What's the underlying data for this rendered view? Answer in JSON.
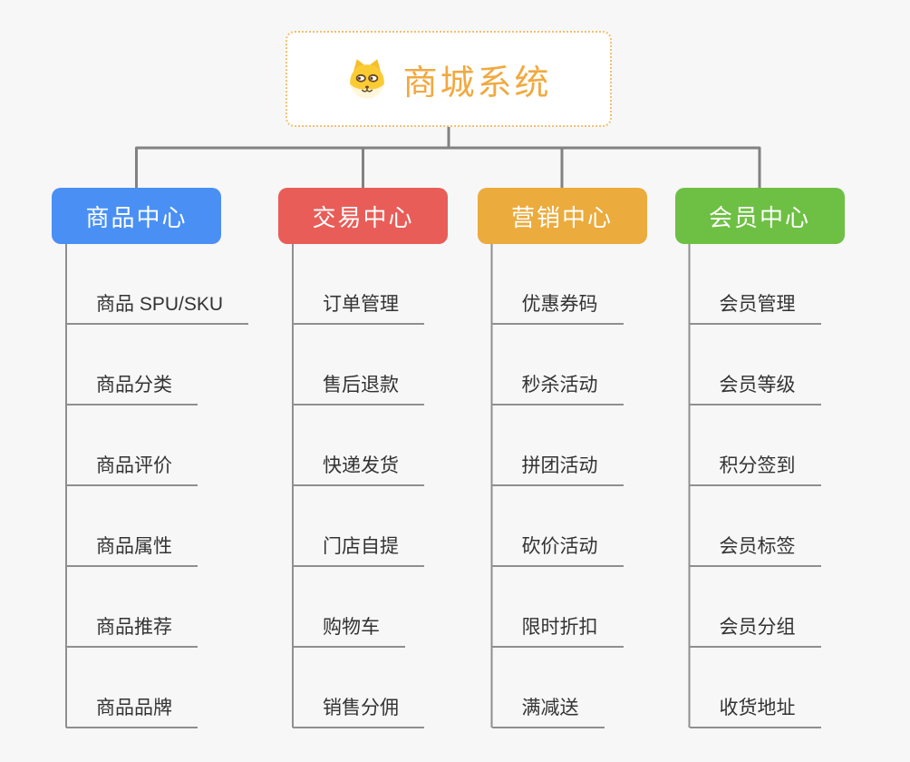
{
  "canvas": {
    "background": "#F7F7F7"
  },
  "connector": {
    "bus_color": "#828282",
    "trunk_color": "#8F8F8F"
  },
  "root": {
    "label": "商城系统",
    "icon": "dog-face-icon",
    "text_color": "#F1A940",
    "border_color": "#F3BE6E",
    "background": "#FFFFFF"
  },
  "branches": [
    {
      "label": "商品中心",
      "color": "#4A90F4",
      "text_color": "#FFFFFF",
      "children": [
        "商品 SPU/SKU",
        "商品分类",
        "商品评价",
        "商品属性",
        "商品推荐",
        "商品品牌"
      ]
    },
    {
      "label": "交易中心",
      "color": "#E95D58",
      "text_color": "#FFFFFF",
      "children": [
        "订单管理",
        "售后退款",
        "快递发货",
        "门店自提",
        "购物车",
        "销售分佣"
      ]
    },
    {
      "label": "营销中心",
      "color": "#EBAB3D",
      "text_color": "#FFFFFF",
      "children": [
        "优惠券码",
        "秒杀活动",
        "拼团活动",
        "砍价活动",
        "限时折扣",
        "满减送"
      ]
    },
    {
      "label": "会员中心",
      "color": "#6EC044",
      "text_color": "#FFFFFF",
      "children": [
        "会员管理",
        "会员等级",
        "积分签到",
        "会员标签",
        "会员分组",
        "收货地址"
      ]
    }
  ]
}
